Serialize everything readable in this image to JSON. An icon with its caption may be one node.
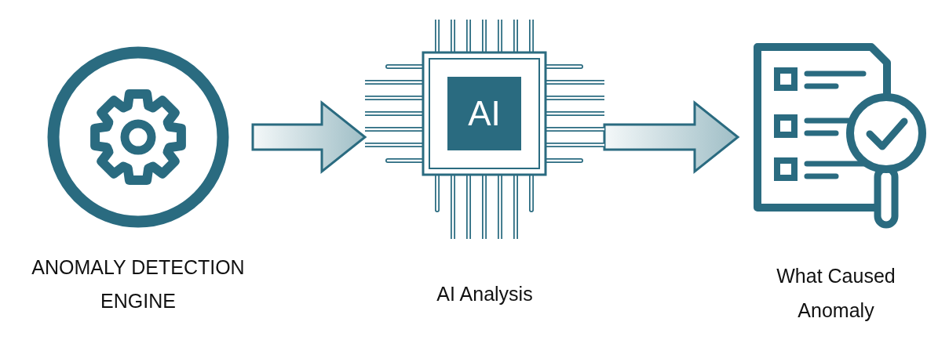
{
  "diagram": {
    "nodes": [
      {
        "text": [
          "ANOMALY DETECTION ENGINE"
        ]
      },
      {
        "text": [
          "AI",
          "AI Analysis"
        ]
      },
      {
        "text": [
          "What Caused Anomaly"
        ]
      }
    ],
    "edges": [
      {
        "from": 0,
        "to": 1,
        "arrow": "to"
      },
      {
        "from": 1,
        "to": 2,
        "arrow": "to"
      }
    ]
  }
}
